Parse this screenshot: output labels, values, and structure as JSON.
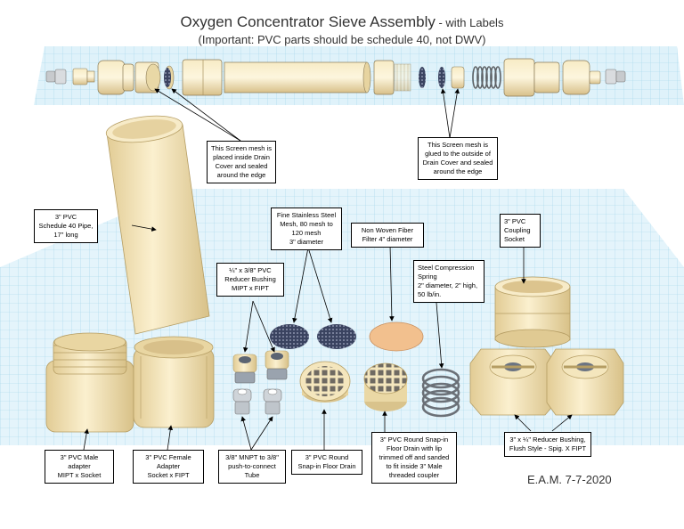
{
  "title": "Oxygen Concentrator Sieve Assembly",
  "title_suffix": " - with Labels",
  "subtitle": "(Important: PVC parts should be schedule 40, not DWV)",
  "labels": {
    "screen_mesh_drain": "This Screen mesh is\nplaced inside Drain\nCover and sealed\naround the edge",
    "screen_mesh_glued": "This Screen mesh is\nglued to the outside of\nDrain Cover and sealed\naround the edge",
    "pipe": "3\" PVC\nSchedule 40 Pipe,\n17\" long",
    "steel_mesh": "Fine Stainless Steel\nMesh, 80 mesh to\n120 mesh\n3\" diameter",
    "fiber_filter": "Non Woven Fiber\nFilter 4\" diameter",
    "coupling": "3\" PVC\nCoupling\nSocket",
    "reducer_quarter": "¼\" x 3/8\" PVC\nReducer Bushing\nMIPT x FIPT",
    "spring": "Steel Compression\nSpring\n2\" diameter, 2\" high,\n50 lb/in.",
    "male_adapter": "3\" PVC Male\nadapter\nMIPT x Socket",
    "female_adapter": "3\" PVC Female\nAdapter\nSocket x FIPT",
    "push_connect": "3/8\" MNPT to 3/8\"\npush-to-connect\nTube",
    "floor_drain": "3\" PVC Round\nSnap-in Floor Drain",
    "floor_drain_trimmed": "3\" PVC Round Snap-in\nFloor Drain with lip\ntrimmed off and sanded\nto fit inside 3\" Male\nthreaded coupler",
    "reducer_flush": "3\" x ¼\" Reducer Bushing,\nFlush Style - Spig. X FIPT"
  },
  "signature": "E.A.M. 7-7-2020",
  "colors": {
    "pvc": "#f3e3b8",
    "pvc_shade": "#d9c38c",
    "grid": "#bfe3f2",
    "mesh": "#3c4660",
    "fiber": "#f0b98a"
  }
}
